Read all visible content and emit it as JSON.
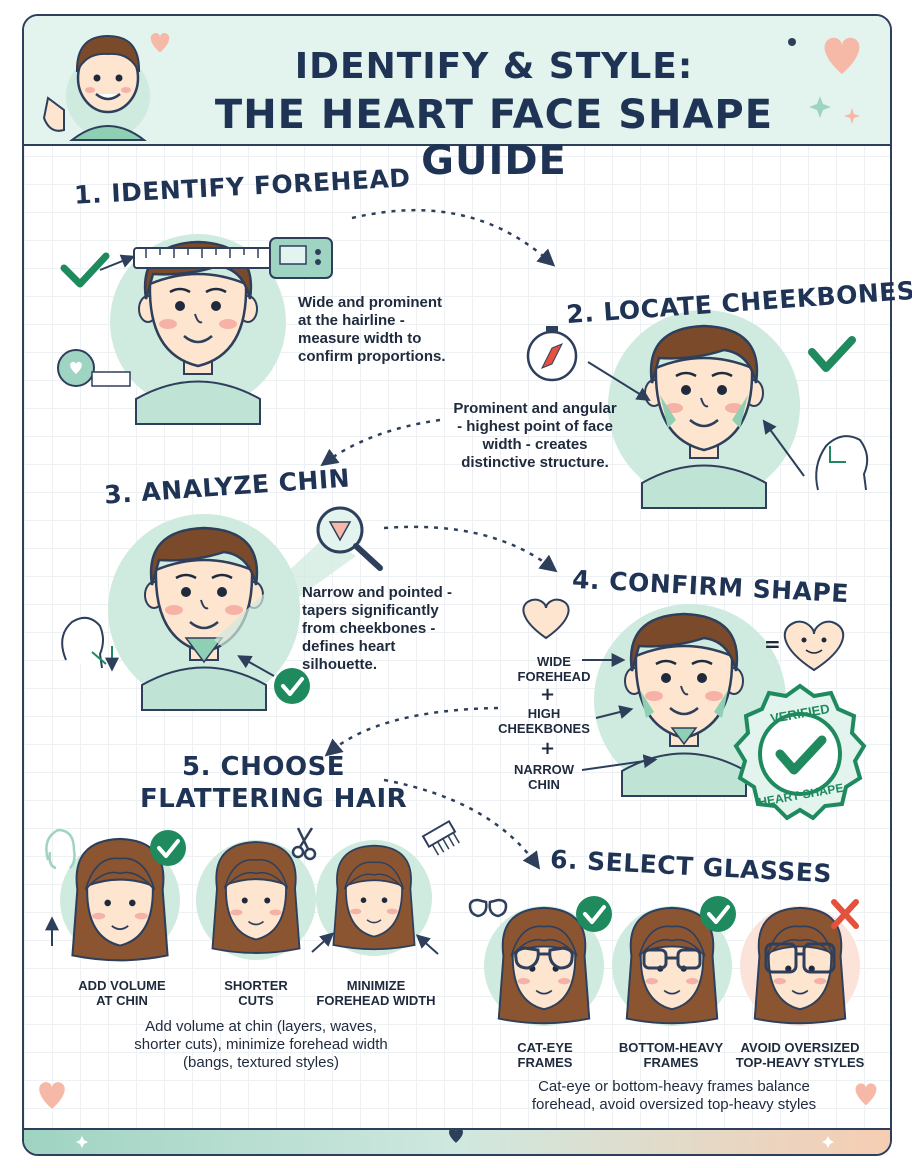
{
  "title": {
    "line1": "IDENTIFY & STYLE:",
    "line2": "THE HEART FACE SHAPE GUIDE"
  },
  "steps": [
    {
      "title": "1. IDENTIFY FOREHEAD",
      "desc": [
        "Wide and prominent",
        "at the hairline -",
        "measure width to",
        "confirm proportions."
      ]
    },
    {
      "title": "2. LOCATE CHEEKBONES",
      "desc": [
        "Prominent and angular",
        "- highest point of face",
        "width - creates",
        "distinctive structure."
      ]
    },
    {
      "title": "3. ANALYZE CHIN",
      "desc": [
        "Narrow and pointed -",
        "tapers significantly",
        "from cheekbones -",
        "defines heart",
        "silhouette."
      ]
    },
    {
      "title": "4. CONFIRM SHAPE",
      "labels": [
        "WIDE",
        "FOREHEAD",
        "+",
        "HIGH",
        "CHEEKBONES",
        "+",
        "NARROW",
        "CHIN"
      ],
      "equals": "=",
      "seal_top": "VERIFIED",
      "seal_bottom": "HEART SHAPE"
    },
    {
      "title_l1": "5. CHOOSE",
      "title_l2": "FLATTERING HAIR",
      "options": [
        {
          "line1": "ADD VOLUME",
          "line2": "AT CHIN",
          "status": "check"
        },
        {
          "line1": "SHORTER",
          "line2": "CUTS",
          "status": "none"
        },
        {
          "line1": "MINIMIZE",
          "line2": "FOREHEAD WIDTH",
          "status": "none"
        }
      ],
      "desc": [
        "Add volume at chin (layers, waves,",
        "shorter cuts), minimize forehead width",
        "(bangs, textured styles)"
      ]
    },
    {
      "title": "6. SELECT GLASSES",
      "options": [
        {
          "line1": "CAT-EYE",
          "line2": "FRAMES",
          "status": "check"
        },
        {
          "line1": "BOTTOM-HEAVY",
          "line2": "FRAMES",
          "status": "check"
        },
        {
          "line1": "AVOID OVERSIZED",
          "line2": "TOP-HEAVY STYLES",
          "status": "cross"
        }
      ],
      "desc": [
        "Cat-eye or bottom-heavy frames balance",
        "forehead, avoid oversized top-heavy styles"
      ]
    }
  ],
  "colors": {
    "navy": "#1f3355",
    "mint": "#cfeade",
    "mint_dark": "#8fd0b5",
    "green_check": "#1e8a5e",
    "red_cross": "#e4513d",
    "skin": "#fde5cf",
    "hair": "#7a4a2a",
    "blush": "#f6b2a6",
    "heart": "#f7b9a7"
  },
  "icons": [
    "waving-person-icon",
    "heart-icon",
    "tape-measure-icon",
    "digital-meter-icon",
    "compass-icon",
    "head-profile-icon",
    "magnifier-icon",
    "scissors-icon",
    "comb-icon",
    "glasses-icon",
    "check-icon",
    "cross-icon",
    "sparkle-icon"
  ]
}
